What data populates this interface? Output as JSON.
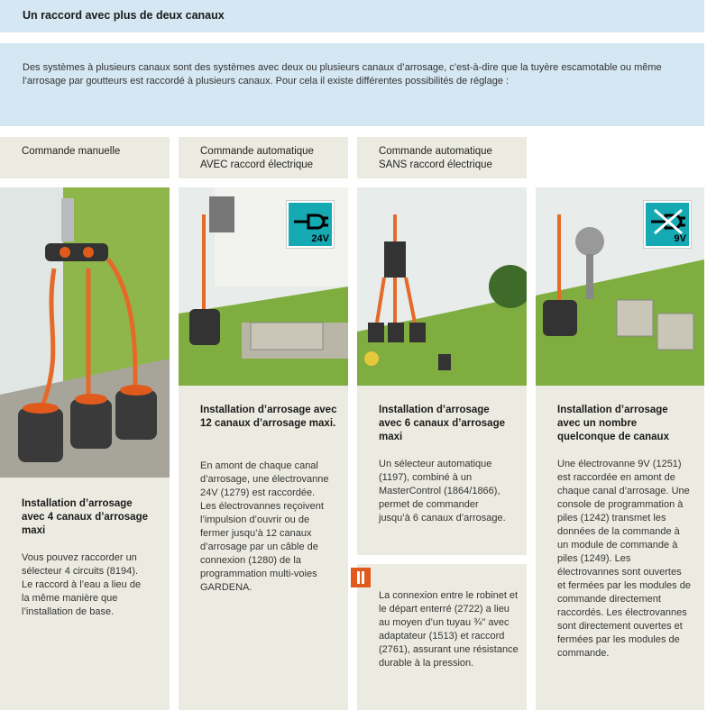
{
  "title": "Un raccord avec plus de deux canaux",
  "intro": "Des systèmes à plusieurs canaux sont des systèmes avec deux ou plusieurs canaux d’arrosage, c’est-à-dire que la tuyère escamotable ou même l’arrosage par goutteurs est raccordé à plusieurs canaux. Pour cela il existe différentes possibilités de réglage :",
  "columns": [
    {
      "head1": "Commande manuelle",
      "head2": "",
      "title": "Installation d’arrosage avec 4 canaux d’arrosage maxi",
      "body": "Vous pouvez raccorder un sélecteur 4 circuits (8194). Le raccord à l’eau a lieu de la même manière que l’installation de base."
    },
    {
      "head1": "Commande automatique",
      "head2": "AVEC raccord électrique",
      "sign_label": "24V",
      "title": "Installation d’arrosage avec 12 canaux d’arrosage maxi.",
      "body": "En amont de chaque canal d’arrosage, une électrovanne 24V (1279) est raccordée. Les électrovannes reçoivent l’impulsion d’ouvrir ou de fermer jusqu’à 12 canaux d’arrosage par un câble de connexion (1280) de la programmation multi-voies GARDENA."
    },
    {
      "head1": "Commande automatique",
      "head2": "SANS raccord électrique",
      "title": "Installation d’arrosage avec 6 canaux d’arrosage maxi",
      "body": "Un sélecteur automatique (1197), combiné à un MasterControl (1864/1866), permet de commander jusqu’à 6 canaux d’arrosage.",
      "note": "La connexion entre le robinet et le départ enterré (2722) a lieu au moyen d’un tuyau ¾\" avec adaptateur (1513) et raccord (2761), assurant une résistance durable à la pression."
    },
    {
      "head1": "",
      "head2": "",
      "sign_label": "9V",
      "title": "Installation d’arrosage avec un nombre quelconque de canaux",
      "body": "Une électrovanne 9V (1251) est raccordée en amont de chaque canal d’arrosage. Une console de programmation à piles (1242) transmet les données de la commande à un module de commande à piles (1249). Les électrovannes sont ouvertes et fermées par les modules de commande directement raccordés. Les électrovannes sont directement ouvertes et fermées par les modules de commande."
    }
  ],
  "colors": {
    "band": "#d4e7f2",
    "panel": "#ecebe1",
    "accent": "#e05a1c",
    "sign": "#15a9b4"
  }
}
